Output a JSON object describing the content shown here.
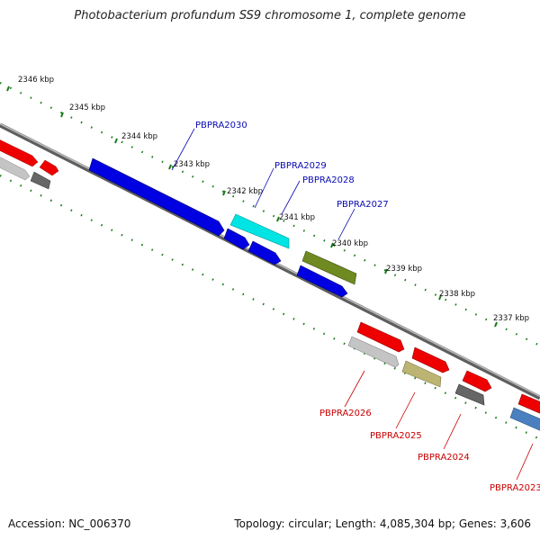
{
  "title": "Photobacterium profundum SS9 chromosome 1, complete genome",
  "footer": {
    "accession": "Accession: NC_006370",
    "summary": "Topology: circular; Length: 4,085,304 bp; Genes: 3,606"
  },
  "colors": {
    "backbone": "#7a7a7a",
    "outer_ticks": "#1a7a1a",
    "plus_label": "#0a0ab4",
    "minus_label": "#c80000"
  },
  "scale_labels": [
    "2346 kbp",
    "2345 kbp",
    "2344 kbp",
    "2343 kbp",
    "2342 kbp",
    "2341 kbp",
    "2340 kbp",
    "2339 kbp",
    "2338 kbp",
    "2337 kbp"
  ],
  "genes_plus": [
    {
      "name": "PBPRA2030",
      "color": "#0000e0"
    },
    {
      "name": "PBPRA2029",
      "color": "#00e4e4"
    },
    {
      "name": "PBPRA2028",
      "color": "#0000e0"
    },
    {
      "name": "PBPRA2027",
      "color": "#0000e0"
    }
  ],
  "genes_minus": [
    {
      "name": "PBPRA2026",
      "color": "#c4c4c4"
    },
    {
      "name": "PBPRA2025",
      "color": "#bcb472"
    },
    {
      "name": "PBPRA2024",
      "color": "#666666"
    },
    {
      "name": "PBPRA2023",
      "color": "#4a80c0"
    }
  ]
}
